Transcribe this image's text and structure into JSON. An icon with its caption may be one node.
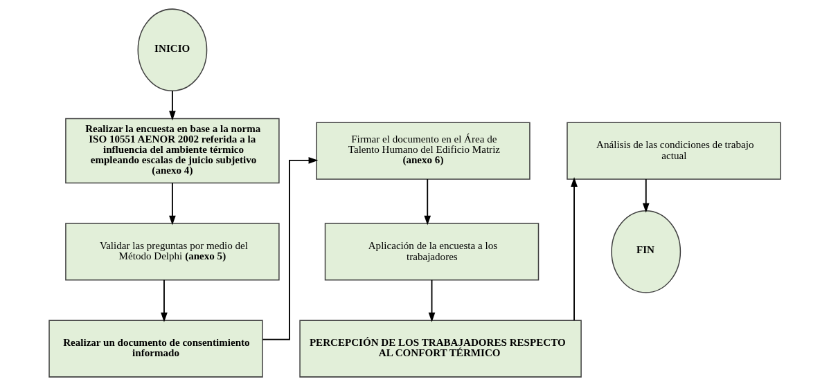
{
  "diagram": {
    "nodes": [
      {
        "text": [
          "INICIO"
        ]
      },
      {
        "text": [
          "Realizar la encuesta en base a la norma ISO 10551 AENOR 2002 referida a la influencia del ambiente térmico empleando escalas de juicio subjetivo (anexo 4)"
        ]
      },
      {
        "text": [
          "Validar las preguntas por medio del Método Delphi **(anexo 5)**"
        ]
      },
      {
        "text": [
          "Realizar un documento de consentimiento informado"
        ]
      },
      {
        "text": [
          "Firmar el documento en el Área de Talento Humano del Edificio Matriz **(anexo 6)**"
        ]
      },
      {
        "text": [
          "Aplicación de la encuesta a los trabajadores"
        ]
      },
      {
        "text": [
          "PERCEPCIÓN DE LOS TRABAJADORES RESPECTO AL CONFORT TÉRMICO"
        ]
      },
      {
        "text": [
          "Análisis de las condiciones de trabajo actual"
        ]
      },
      {
        "text": [
          "FIN"
        ]
      }
    ],
    "edges": [
      {
        "from": 0,
        "to": 1,
        "arrow": "to"
      },
      {
        "from": 1,
        "to": 2,
        "arrow": "to"
      },
      {
        "from": 2,
        "to": 3,
        "arrow": "to"
      },
      {
        "from": 3,
        "to": 4,
        "arrow": "to"
      },
      {
        "from": 4,
        "to": 5,
        "arrow": "to"
      },
      {
        "from": 5,
        "to": 6,
        "arrow": "to"
      },
      {
        "from": 6,
        "to": 7,
        "arrow": "to"
      },
      {
        "from": 7,
        "to": 8,
        "arrow": "to"
      }
    ]
  }
}
